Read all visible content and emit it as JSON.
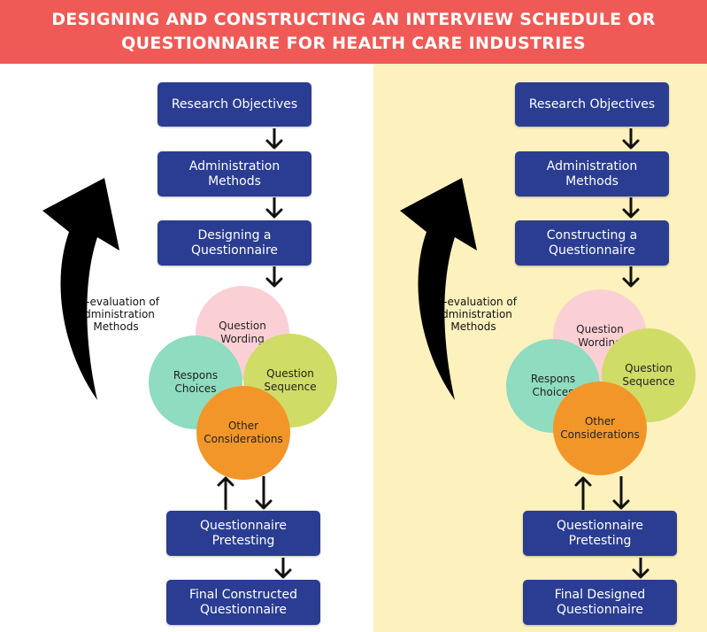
{
  "title": {
    "line1": "DESIGNING AND CONSTRUCTING AN INTERVIEW SCHEDULE OR",
    "line2": "QUESTIONNAIRE FOR HEALTH CARE INDUSTRIES"
  },
  "colors": {
    "header": "#f05a56",
    "box": "#2a3d92",
    "right_panel": "#fdf1bd",
    "wording": "#fbd0d5",
    "sequence": "#cfdc66",
    "response": "#8fdcc0",
    "other": "#f2962a"
  },
  "left": {
    "step1": "Research Objectives",
    "step2": "Administration Methods",
    "step3": "Designing a Questionnaire",
    "note": "Re-evaluation of Administration Methods",
    "wording": "Question Wording",
    "sequence": "Question Sequence",
    "response": "Respons Choices",
    "other": "Other Considerations",
    "step4": "Questionnaire Pretesting",
    "step5": "Final Constructed Questionnaire"
  },
  "right": {
    "step1": "Research Objectives",
    "step2": "Administration Methods",
    "step3": "Constructing a Questionnaire",
    "note": "Re-evaluation of Administration Methods",
    "wording": "Question Wording",
    "sequence": "Question Sequence",
    "response": "Respons Choices",
    "other": "Other Considerations",
    "step4": "Questionnaire Pretesting",
    "step5": "Final Designed Questionnaire"
  }
}
